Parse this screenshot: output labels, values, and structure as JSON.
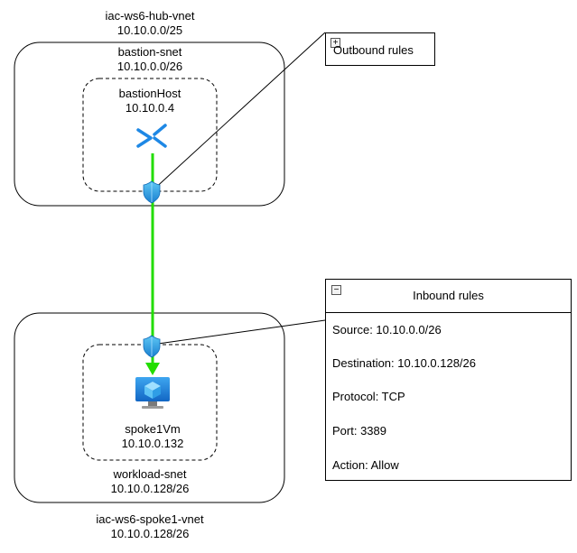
{
  "hub_vnet": {
    "name": "iac-ws6-hub-vnet",
    "cidr": "10.10.0.0/25"
  },
  "bastion_snet": {
    "name": "bastion-snet",
    "cidr": "10.10.0.0/26"
  },
  "bastion_host": {
    "name": "bastionHost",
    "ip": "10.10.0.4"
  },
  "spoke_vnet": {
    "name": "iac-ws6-spoke1-vnet",
    "cidr": "10.10.0.128/26"
  },
  "workload_snet": {
    "name": "workload-snet",
    "cidr": "10.10.0.128/26"
  },
  "vm": {
    "name": "spoke1Vm",
    "ip": "10.10.0.132"
  },
  "outbound_rules": {
    "title": "Outbound rules",
    "toggle": "+"
  },
  "inbound_rules": {
    "title": "Inbound rules",
    "toggle": "−",
    "rows": [
      "Source: 10.10.0.0/26",
      "Destination: 10.10.0.128/26",
      "Protocol: TCP",
      "Port: 3389",
      "Action: Allow"
    ]
  },
  "colors": {
    "connection": "#22dd00",
    "azure_blue": "#1e88e5",
    "nsg_shield": "#36a5e8"
  },
  "icons": {
    "bastion": "bastion-icon",
    "vm": "virtual-machine-icon",
    "nsg": "nsg-shield-icon"
  }
}
